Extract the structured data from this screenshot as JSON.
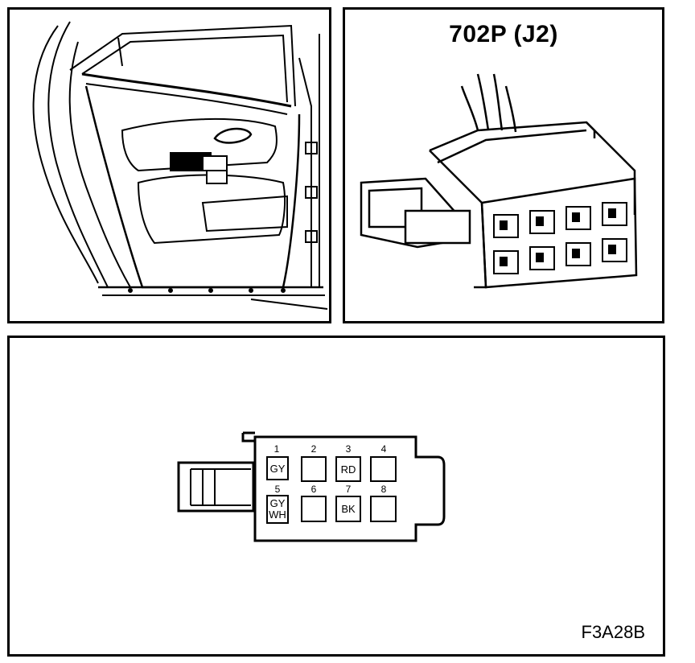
{
  "connector": {
    "title": "702P (J2)"
  },
  "pinout": {
    "pins": [
      {
        "num": "1",
        "color": "GY"
      },
      {
        "num": "2",
        "color": ""
      },
      {
        "num": "3",
        "color": "RD"
      },
      {
        "num": "4",
        "color": ""
      },
      {
        "num": "5",
        "color_line1": "GY",
        "color_line2": "WH"
      },
      {
        "num": "6",
        "color": ""
      },
      {
        "num": "7",
        "color": "BK"
      },
      {
        "num": "8",
        "color": ""
      }
    ]
  },
  "figure_id": "F3A28B"
}
